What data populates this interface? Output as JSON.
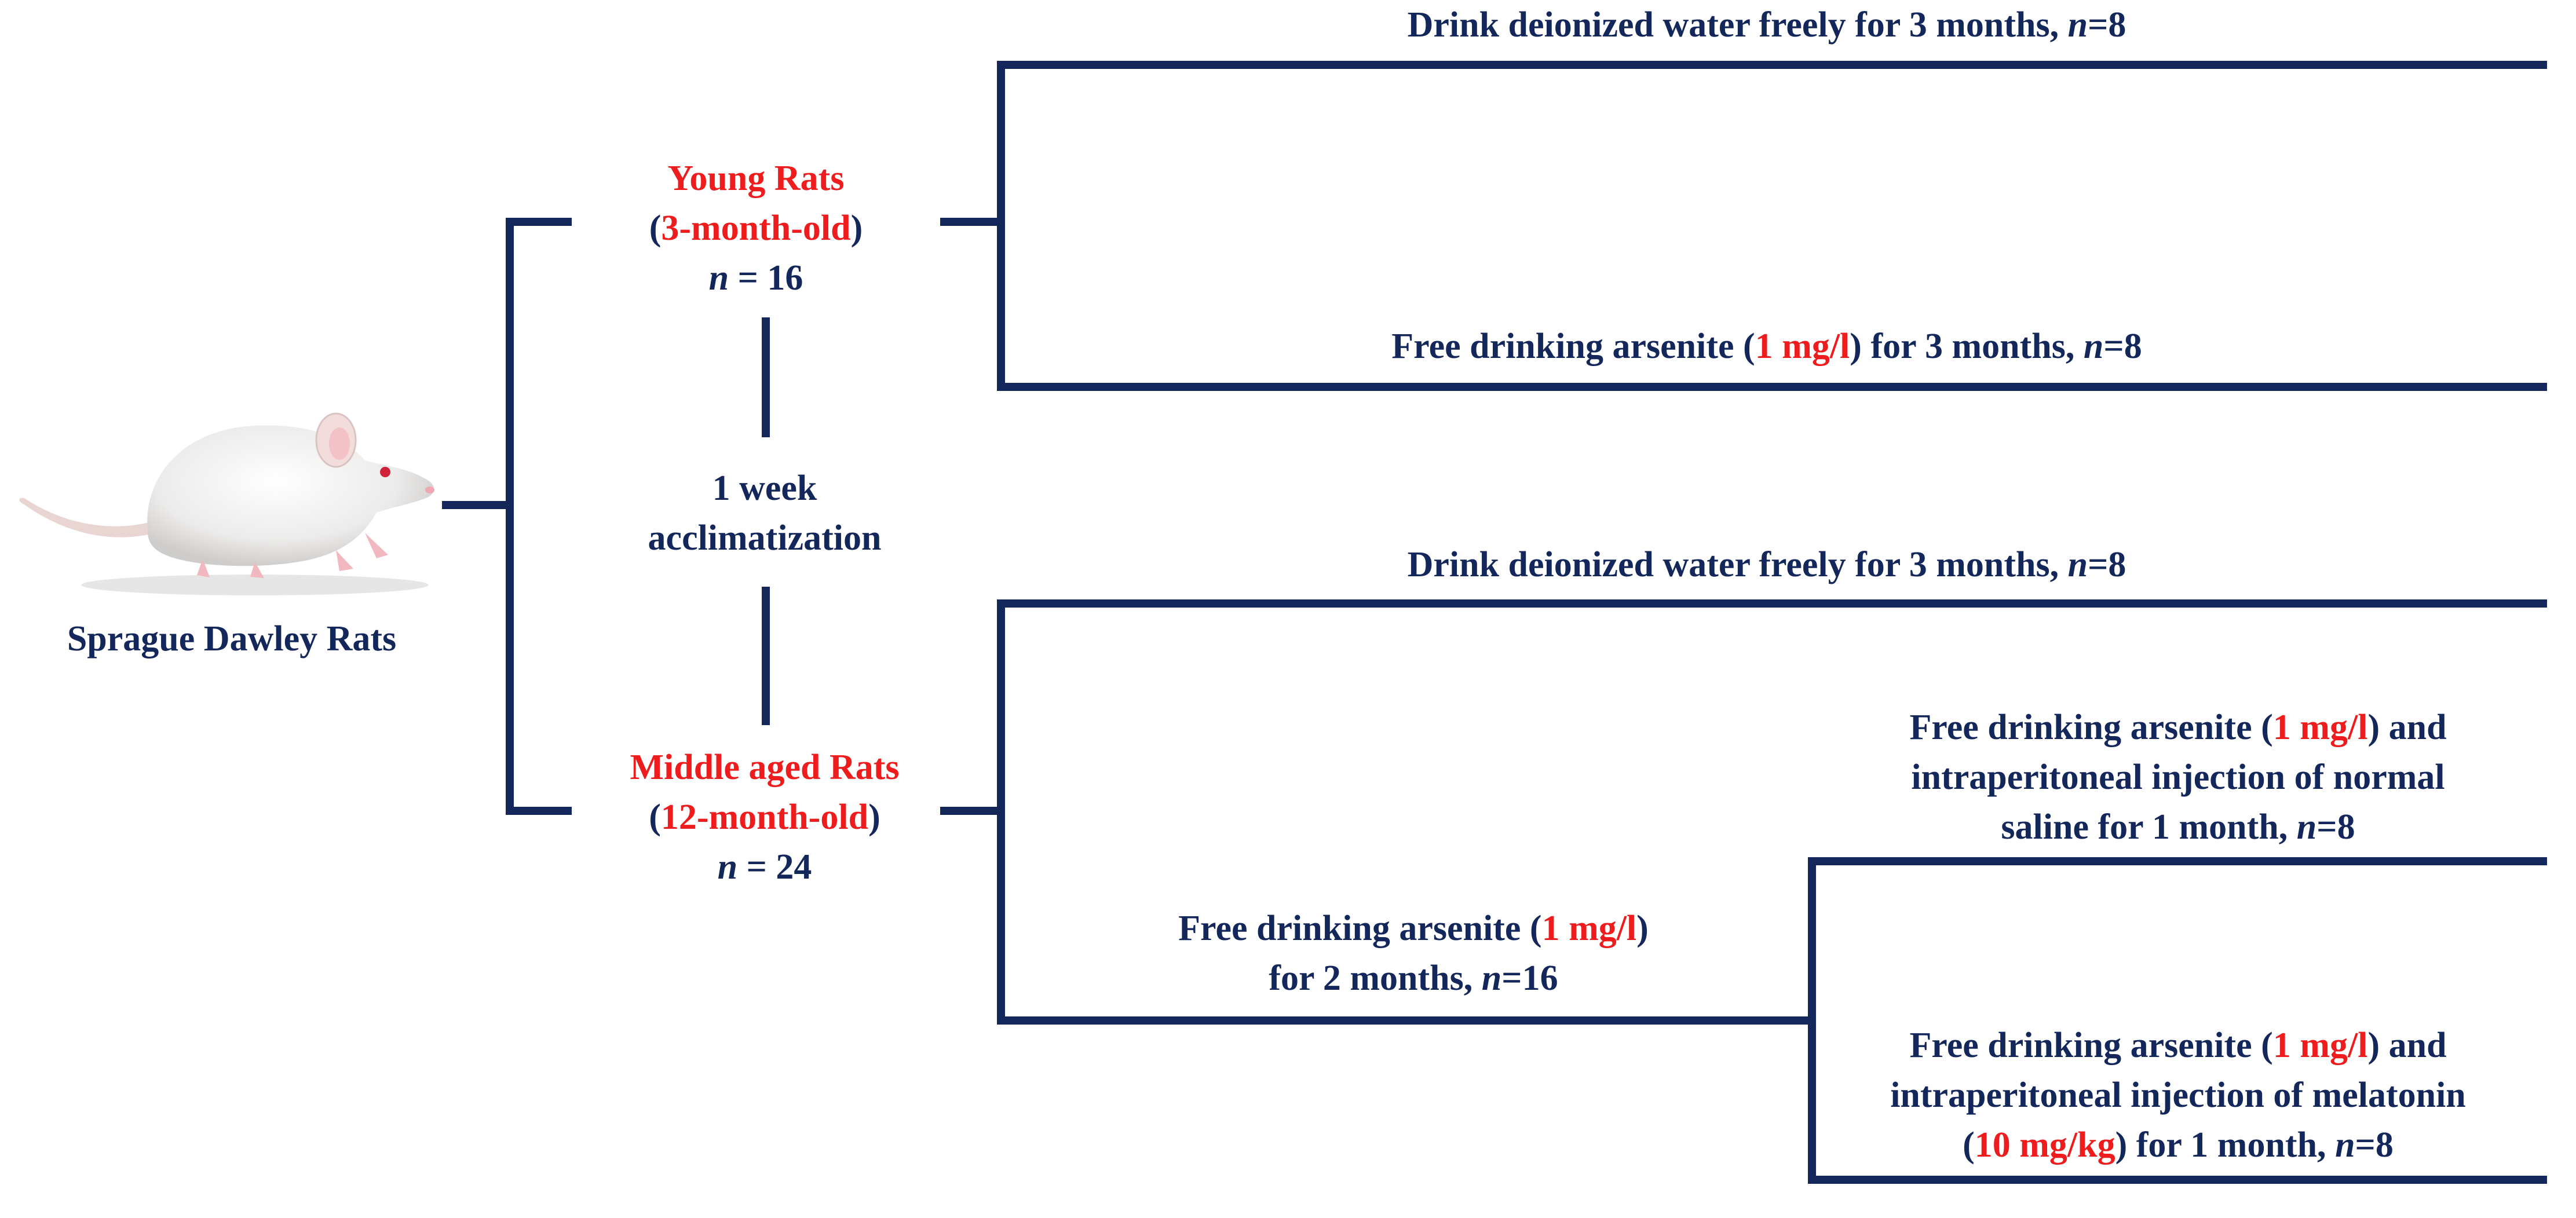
{
  "colors": {
    "line": "#14275a",
    "text": "#14275a",
    "highlight": "#ee1c1c"
  },
  "icons": {
    "rat": "white-rat-icon"
  },
  "root": {
    "label": "Sprague Dawley Rats"
  },
  "young": {
    "title": "Young Rats",
    "age_open": "(",
    "age": "3-month-old",
    "age_close": ")",
    "n_var": "n",
    "n_value": " = 16"
  },
  "acclimatization": {
    "line1": "1 week",
    "line2": "acclimatization"
  },
  "middle": {
    "title": "Middle aged Rats",
    "age_open": "(",
    "age": "12-month-old",
    "age_close": ")",
    "n_var": "n",
    "n_value": " = 24"
  },
  "young_groups": {
    "water": {
      "text": "Drink deionized water freely for 3 months, ",
      "n_var": "n",
      "n_value": "=8"
    },
    "arsenite": {
      "pre": "Free drinking arsenite (",
      "dose": "1 mg/l",
      "post": ") for 3 months, ",
      "n_var": "n",
      "n_value": "=8"
    }
  },
  "middle_groups": {
    "water": {
      "text": "Drink deionized water freely for 3 months, ",
      "n_var": "n",
      "n_value": "=8"
    },
    "arsenite_2m": {
      "line1_pre": "Free drinking arsenite (",
      "line1_dose": "1 mg/l",
      "line1_post": ")",
      "line2": "for 2 months, ",
      "n_var": "n",
      "n_value": "=16"
    },
    "saline": {
      "line1_pre": "Free drinking arsenite (",
      "line1_dose": "1 mg/l",
      "line1_post": ")  and",
      "line2": "intraperitoneal injection of normal",
      "line3": "saline for 1 month, ",
      "n_var": "n",
      "n_value": "=8"
    },
    "melatonin": {
      "line1_pre": "Free drinking arsenite (",
      "line1_dose": "1 mg/l",
      "line1_post": ")  and",
      "line2": "intraperitoneal injection of melatonin",
      "line3_open": "(",
      "line3_dose": "10 mg/kg",
      "line3_post": ") for 1 month, ",
      "n_var": "n",
      "n_value": "=8"
    }
  }
}
